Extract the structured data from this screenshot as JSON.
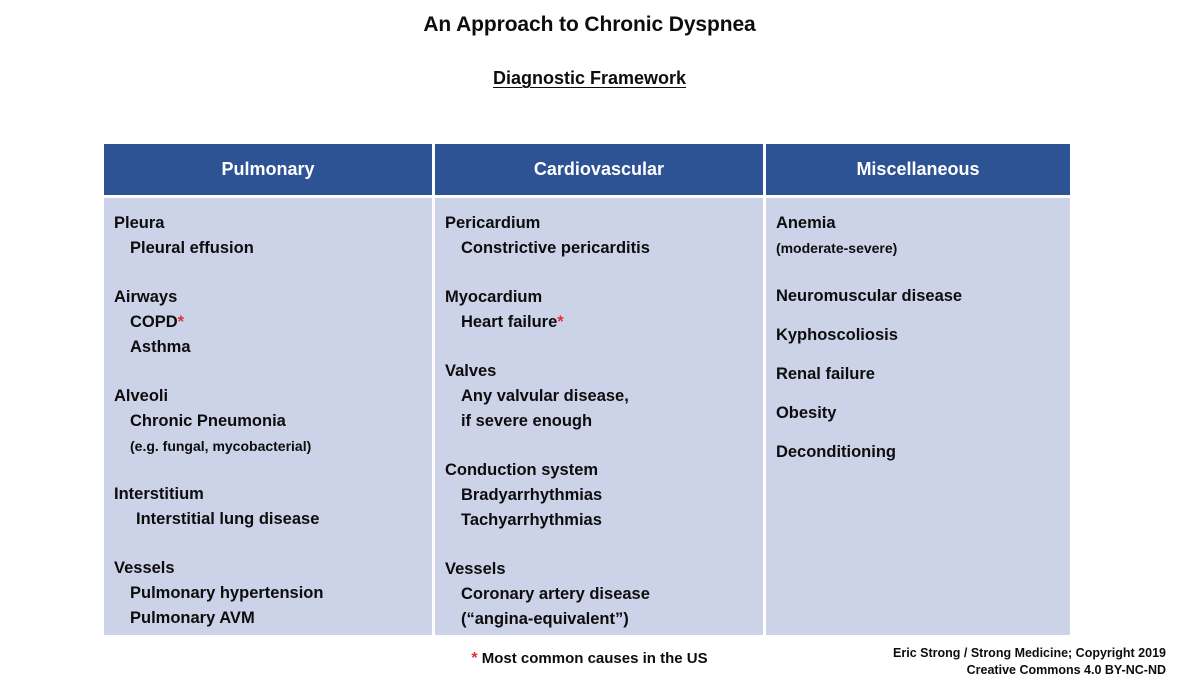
{
  "slide": {
    "title": "An Approach to Chronic Dyspnea",
    "subtitle": "Diagnostic Framework"
  },
  "colors": {
    "header_bg": "#2E5395",
    "body_bg": "#CCD2E8",
    "accent_red": "#E03030",
    "text": "#0D0D0D"
  },
  "table": {
    "columns": [
      {
        "header": "Pulmonary",
        "groups": [
          {
            "title": "Pleura",
            "items": [
              {
                "text": "Pleural effusion",
                "star": false,
                "level": 1,
                "small": false
              }
            ]
          },
          {
            "title": "Airways",
            "items": [
              {
                "text": "COPD",
                "star": true,
                "level": 1,
                "small": false
              },
              {
                "text": "Asthma",
                "star": false,
                "level": 1,
                "small": false
              }
            ]
          },
          {
            "title": "Alveoli",
            "items": [
              {
                "text": "Chronic Pneumonia",
                "star": false,
                "level": 1,
                "small": false
              },
              {
                "text": "(e.g. fungal, mycobacterial)",
                "star": false,
                "level": 1,
                "small": true
              }
            ]
          },
          {
            "title": "Interstitium",
            "items": [
              {
                "text": "Interstitial lung disease",
                "star": false,
                "level": 2,
                "small": false
              }
            ]
          },
          {
            "title": "Vessels",
            "items": [
              {
                "text": "Pulmonary hypertension",
                "star": false,
                "level": 1,
                "small": false
              },
              {
                "text": "Pulmonary AVM",
                "star": false,
                "level": 1,
                "small": false
              }
            ]
          }
        ]
      },
      {
        "header": "Cardiovascular",
        "groups": [
          {
            "title": "Pericardium",
            "items": [
              {
                "text": "Constrictive pericarditis",
                "star": false,
                "level": 1,
                "small": false
              }
            ]
          },
          {
            "title": "Myocardium",
            "items": [
              {
                "text": "Heart failure",
                "star": true,
                "level": 1,
                "small": false
              }
            ]
          },
          {
            "title": "Valves",
            "items": [
              {
                "text": "Any valvular disease,",
                "star": false,
                "level": 1,
                "small": false
              },
              {
                "text": "if severe enough",
                "star": false,
                "level": 1,
                "small": false
              }
            ]
          },
          {
            "title": "Conduction system",
            "items": [
              {
                "text": "Bradyarrhythmias",
                "star": false,
                "level": 1,
                "small": false
              },
              {
                "text": "Tachyarrhythmias",
                "star": false,
                "level": 1,
                "small": false
              }
            ]
          },
          {
            "title": "Vessels",
            "items": [
              {
                "text": "Coronary artery disease",
                "star": false,
                "level": 1,
                "small": false
              },
              {
                "text": "(“angina-equivalent”)",
                "star": false,
                "level": 1,
                "small": false
              }
            ]
          }
        ]
      },
      {
        "header": "Miscellaneous",
        "groups": [
          {
            "title": "Anemia",
            "items": [
              {
                "text": "(moderate-severe)",
                "star": false,
                "level": 0,
                "small": true
              }
            ]
          },
          {
            "title": "Neuromuscular disease",
            "items": []
          },
          {
            "title": "Kyphoscoliosis",
            "items": []
          },
          {
            "title": "Renal failure",
            "items": []
          },
          {
            "title": "Obesity",
            "items": []
          },
          {
            "title": "Deconditioning",
            "items": []
          }
        ]
      }
    ]
  },
  "footnote": {
    "star": "*",
    "text": "Most common causes in the US"
  },
  "credits": {
    "line1": "Eric Strong / Strong Medicine;  Copyright 2019",
    "line2": "Creative Commons 4.0 BY-NC-ND"
  }
}
